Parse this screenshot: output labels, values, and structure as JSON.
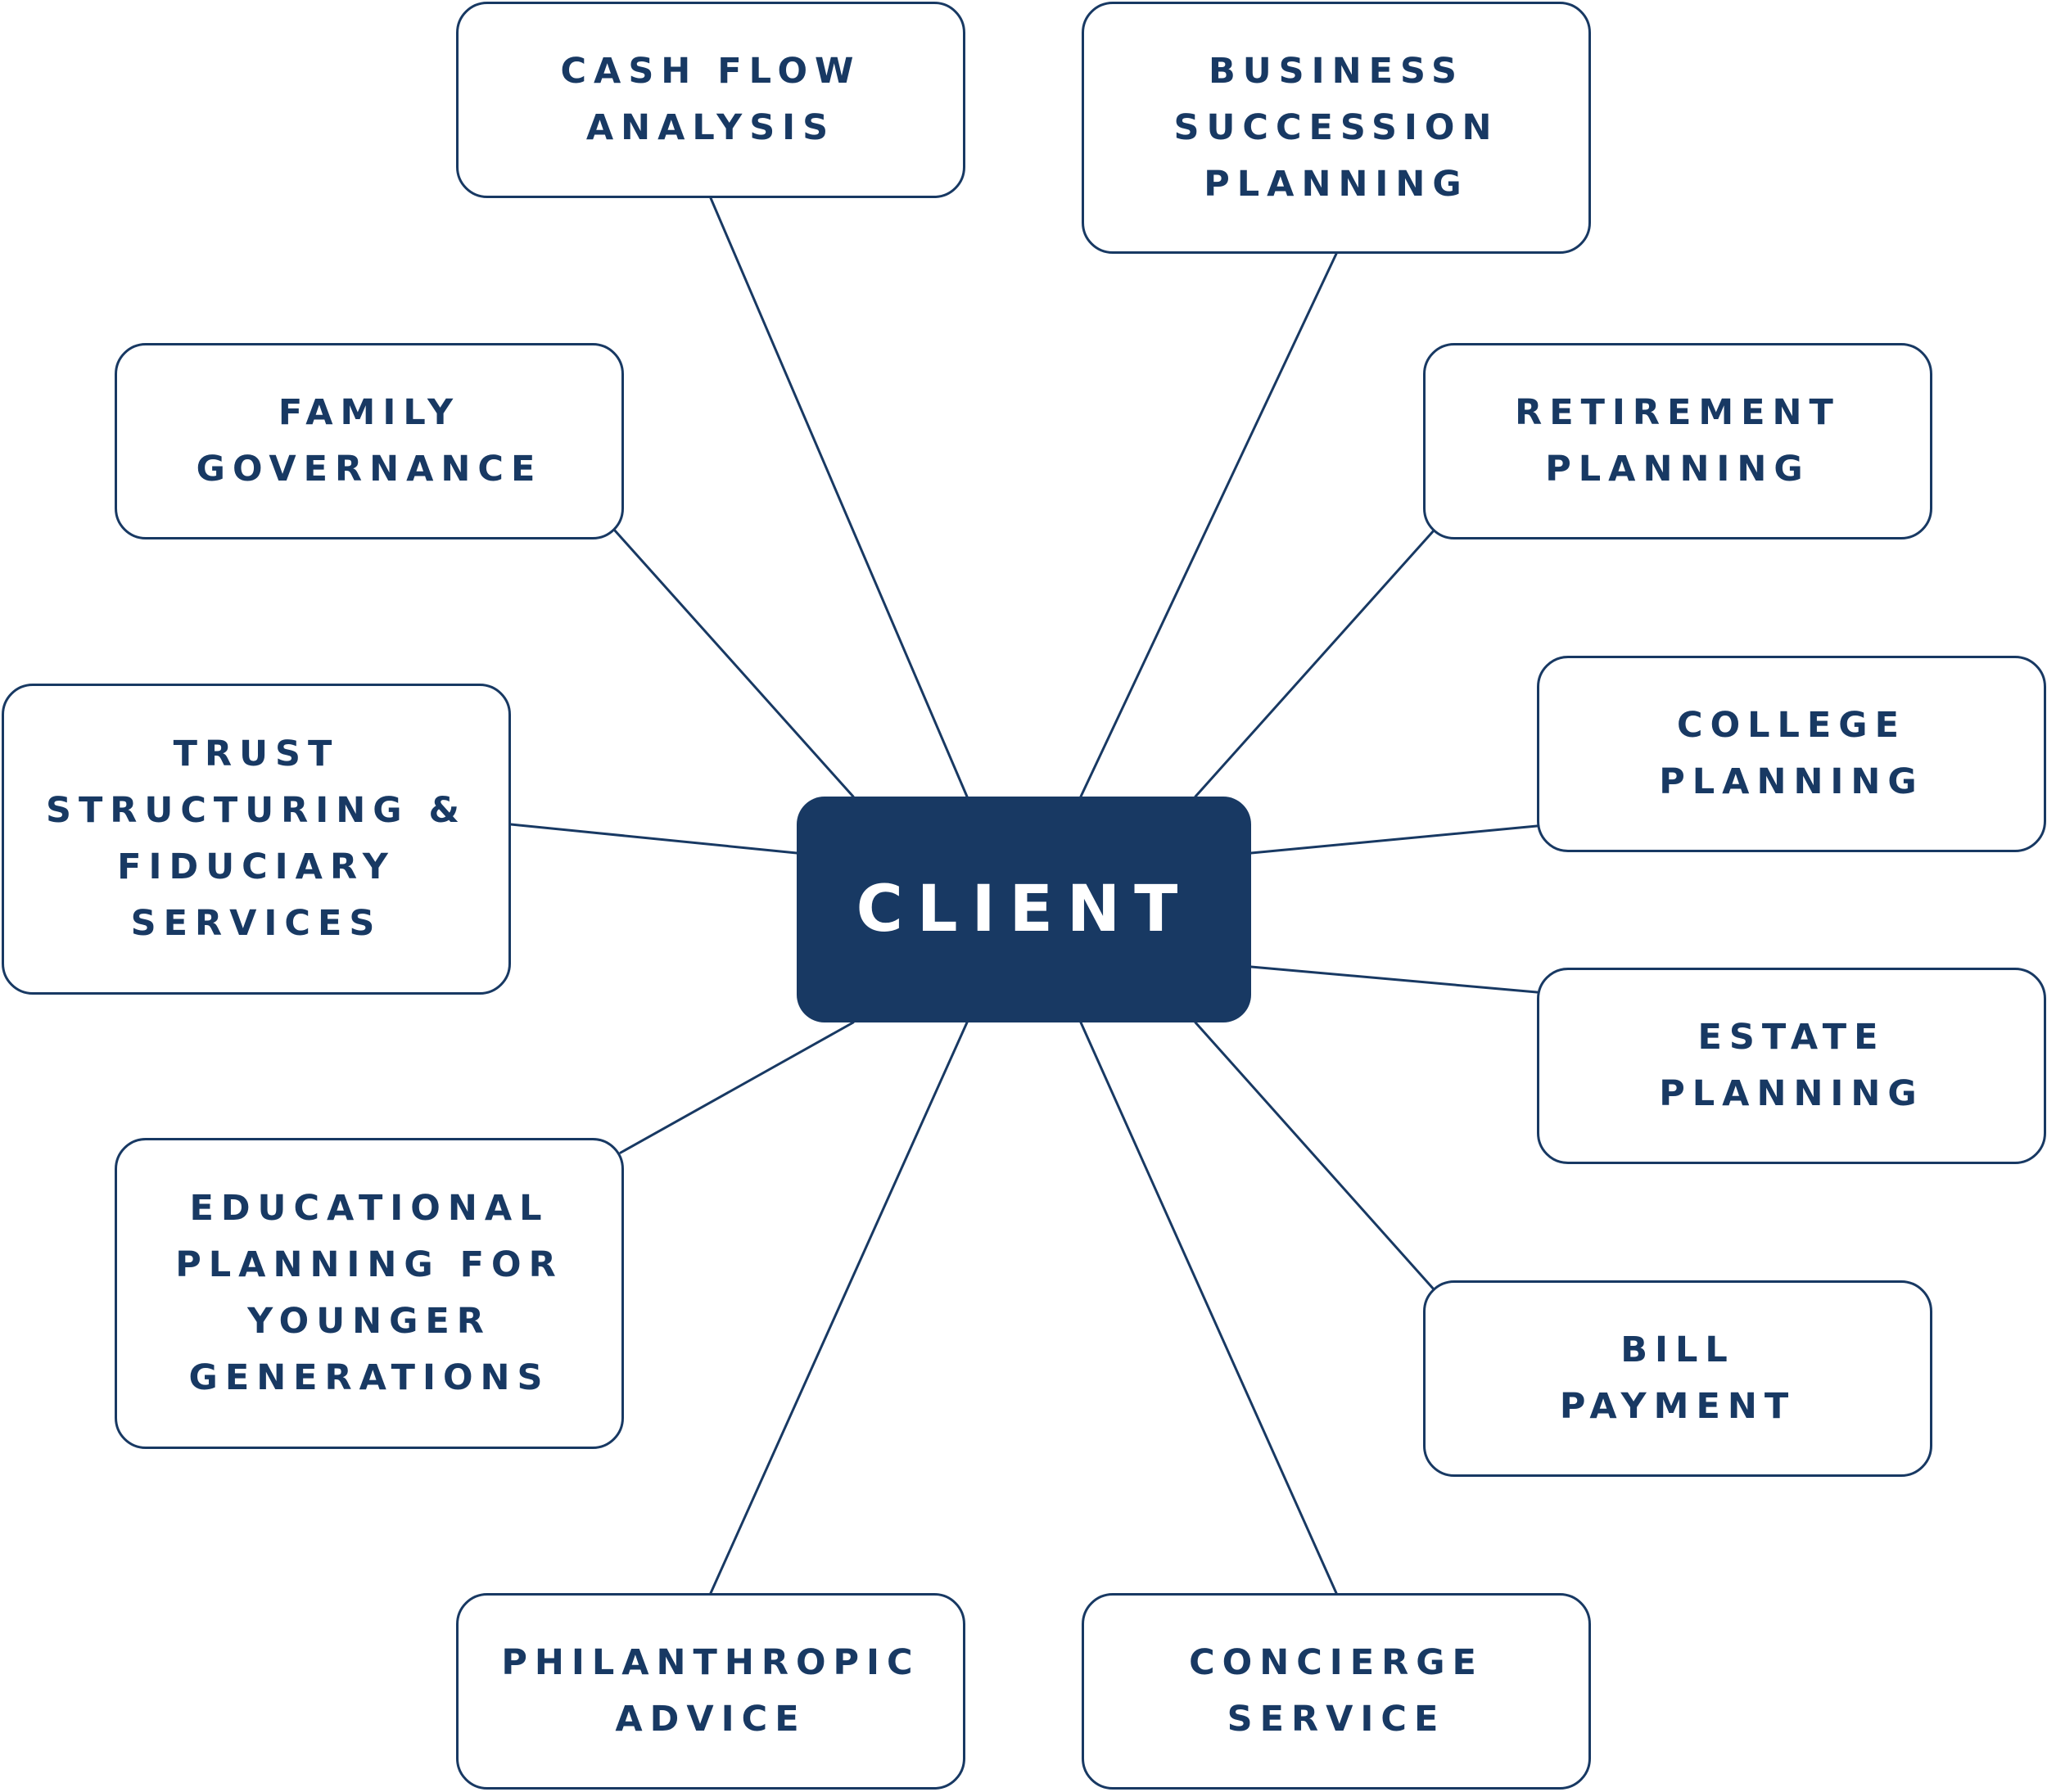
{
  "diagram": {
    "center_label": "CLIENT",
    "colors": {
      "primary": "#183963",
      "background": "#ffffff",
      "center_text": "#ffffff"
    },
    "nodes": {
      "cash_flow": "CASH FLOW\nANALYSIS",
      "business_succession": "BUSINESS\nSUCCESSION\nPLANNING",
      "family_governance": "FAMILY\nGOVERNANCE",
      "retirement_planning": "RETIREMENT\nPLANNING",
      "trust_structuring": "TRUST\nSTRUCTURING &\nFIDUCIARY\nSERVICES",
      "college_planning": "COLLEGE\nPLANNING",
      "estate_planning": "ESTATE\nPLANNING",
      "educational_planning": "EDUCATIONAL\nPLANNING FOR\nYOUNGER\nGENERATIONS",
      "bill_payment": "BILL\nPAYMENT",
      "philanthropic_advice": "PHILANTHROPIC\nADVICE",
      "concierge_service": "CONCIERGE\nSERVICE"
    }
  }
}
